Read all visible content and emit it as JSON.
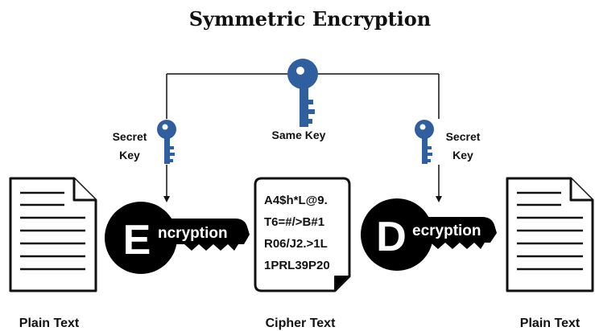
{
  "title": "Symmetric Encryption",
  "keys": {
    "center_label": "Same Key",
    "left_label_line1": "Secret",
    "left_label_line2": "Key",
    "right_label_line1": "Secret",
    "right_label_line2": "Key",
    "key_color": "#2f5f9e"
  },
  "encryption_key": {
    "letter": "E",
    "word": "ncryption"
  },
  "decryption_key": {
    "letter": "D",
    "word": "ecryption"
  },
  "cipher_lines": [
    "A4$h*L@9.",
    "T6=#/>B#1",
    "R06/J2.>1L",
    "1PRL39P20"
  ],
  "captions": {
    "left": "Plain Text",
    "middle": "Cipher Text",
    "right": "Plain Text"
  }
}
